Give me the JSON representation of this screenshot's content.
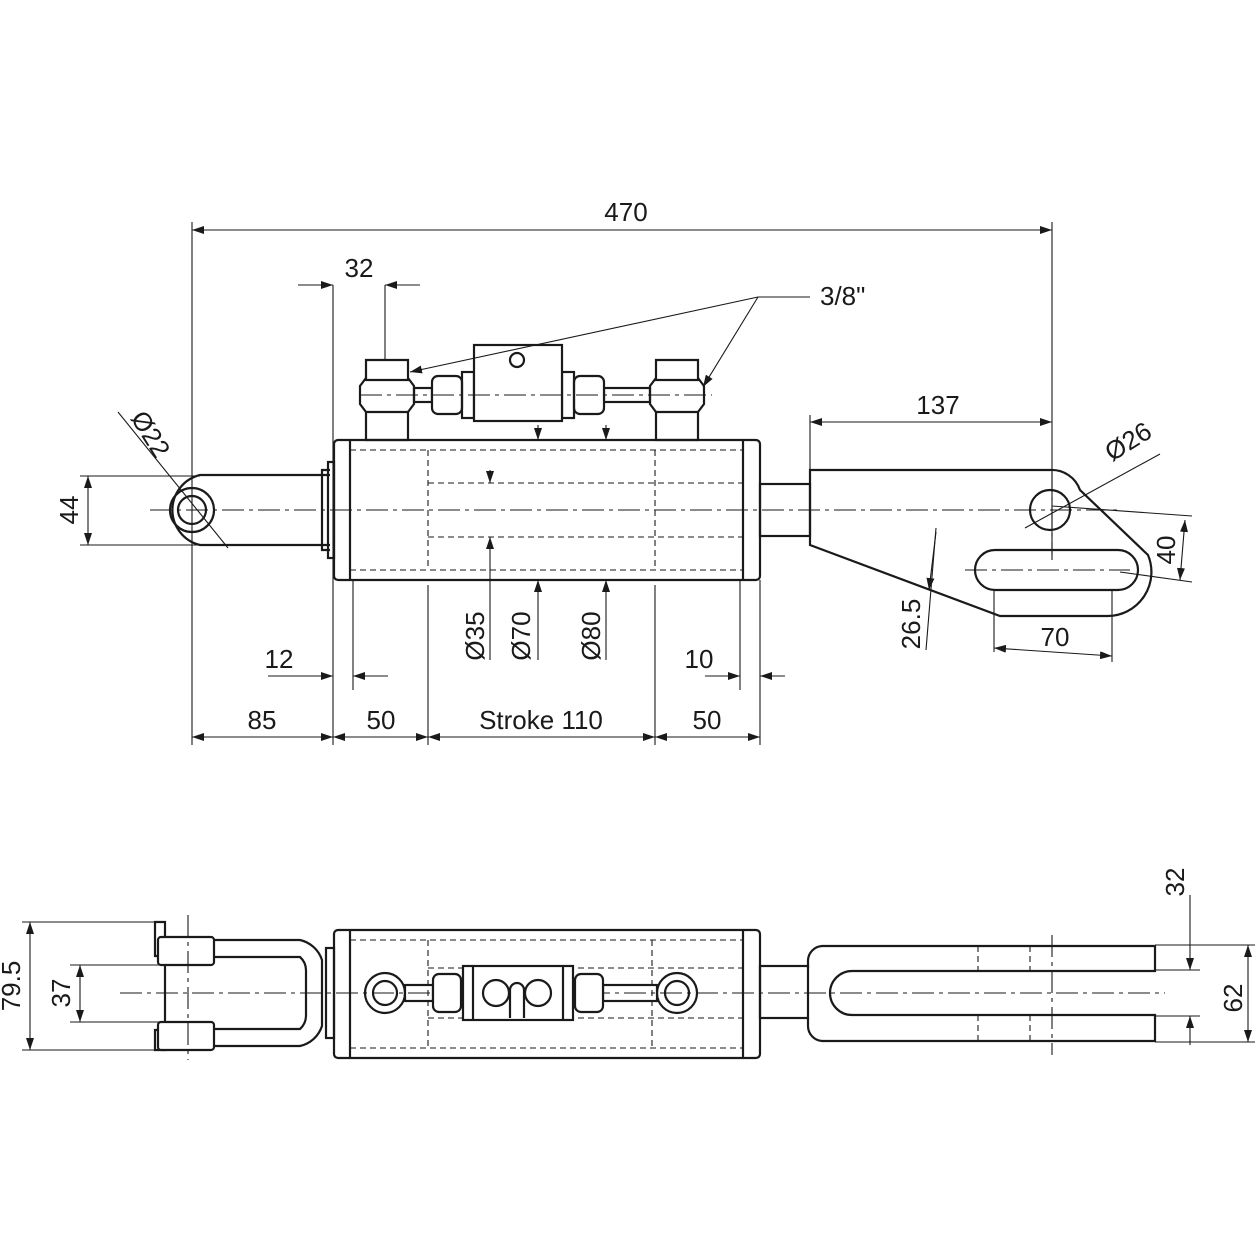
{
  "dimensions": {
    "overall_length": "470",
    "port_spacing": "32",
    "port_thread": "3/8\"",
    "right_length": "137",
    "right_pin_dia": "Ø26",
    "left_pin_dia": "Ø22",
    "left_eye_height": "44",
    "slot_height": "40",
    "slot_offset": "26.5",
    "slot_length": "70",
    "rod_dia": "Ø35",
    "bore_dia": "Ø70",
    "tube_dia": "Ø80",
    "left_cap": "12",
    "right_cap": "10",
    "left_rod_len": "85",
    "left_body_len": "50",
    "stroke": "Stroke 110",
    "right_body_len": "50",
    "fork_outer": "79.5",
    "fork_inner": "37",
    "clevis_gap": "32",
    "clevis_outer": "62"
  },
  "colors": {
    "line": "#1a1a1a",
    "background": "#ffffff"
  }
}
